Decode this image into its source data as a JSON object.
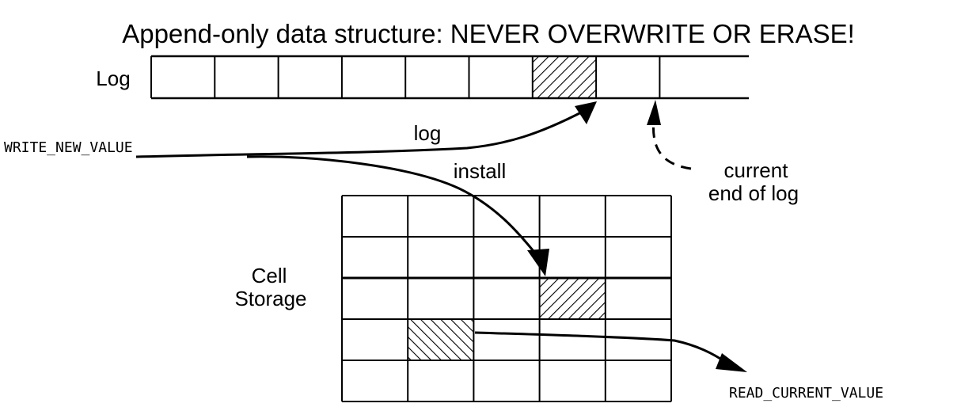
{
  "title": "Append-only data structure: NEVER OVERWRITE OR ERASE!",
  "log": {
    "label": "Log",
    "cell_count": 8,
    "hatched_cell": 7
  },
  "labels": {
    "write_new_value": "WRITE_NEW_VALUE",
    "log_arrow": "log",
    "install_arrow": "install",
    "current_end_line1": "current",
    "current_end_line2": "end of log",
    "read_current_value": "READ_CURRENT_VALUE"
  },
  "cell_storage": {
    "label_line1": "Cell",
    "label_line2": "Storage",
    "rows": 5,
    "cols": 5,
    "hatched_cells": [
      {
        "row": 3,
        "col": 4
      },
      {
        "row": 4,
        "col": 2
      }
    ]
  },
  "colors": {
    "ink": "#000000",
    "background": "#ffffff"
  }
}
